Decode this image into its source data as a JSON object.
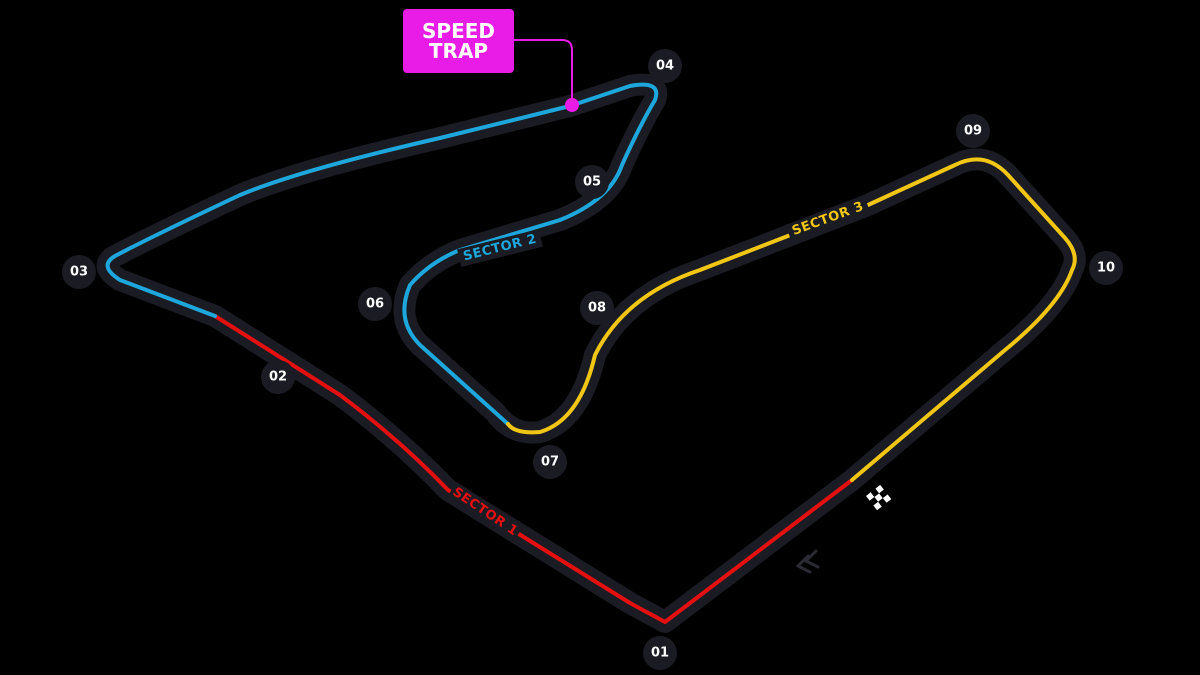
{
  "speed_trap": {
    "line1": "SPEED",
    "line2": "TRAP",
    "color": "#e81ce6"
  },
  "sectors": [
    {
      "label": "SECTOR 1",
      "color": "#e41010"
    },
    {
      "label": "SECTOR 2",
      "color": "#1ea7dc"
    },
    {
      "label": "SECTOR 3",
      "color": "#f2c614"
    }
  ],
  "turns": [
    "01",
    "02",
    "03",
    "04",
    "05",
    "06",
    "07",
    "08",
    "09",
    "10"
  ],
  "icons": {
    "finish": "checkered-flag-icon",
    "direction": "direction-chevrons-icon"
  },
  "track_color": "#1b1b23"
}
